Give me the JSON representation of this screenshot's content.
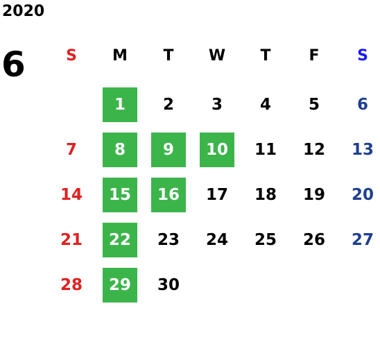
{
  "year": "2020",
  "month": "6",
  "colors": {
    "weekday_text": "#000000",
    "sunday_header": "#e02020",
    "saturday_header": "#1a1aee",
    "sunday_date": "#e02020",
    "saturday_date": "#1f3f8f",
    "highlight_bg": "#3bb54a",
    "highlight_text": "#ffffff"
  },
  "weekdays": [
    "S",
    "M",
    "T",
    "W",
    "T",
    "F",
    "S"
  ],
  "weeks": [
    [
      "",
      "1",
      "2",
      "3",
      "4",
      "5",
      "6"
    ],
    [
      "7",
      "8",
      "9",
      "10",
      "11",
      "12",
      "13"
    ],
    [
      "14",
      "15",
      "16",
      "17",
      "18",
      "19",
      "20"
    ],
    [
      "21",
      "22",
      "23",
      "24",
      "25",
      "26",
      "27"
    ],
    [
      "28",
      "29",
      "30",
      "",
      "",
      "",
      ""
    ]
  ],
  "highlighted_dates": [
    "1",
    "8",
    "9",
    "10",
    "15",
    "16",
    "22",
    "29"
  ]
}
